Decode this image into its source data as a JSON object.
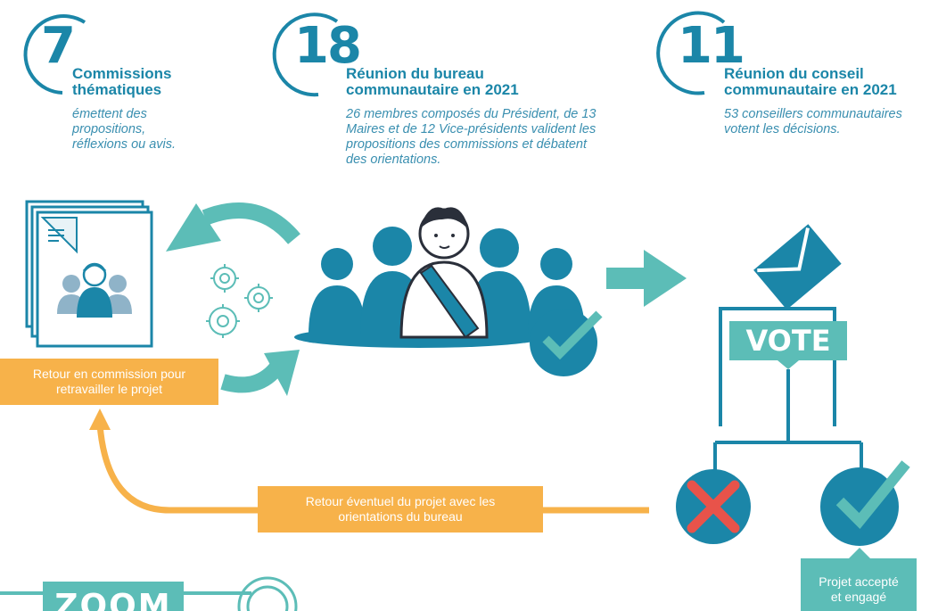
{
  "stats": [
    {
      "number": "7",
      "title_line1": "Commissions",
      "title_line2": "thématiques",
      "desc": [
        "émettent des",
        "propositions,",
        "réflexions ou avis."
      ]
    },
    {
      "number": "18",
      "title_line1": "Réunion du bureau",
      "title_line2": "communautaire en 2021",
      "desc": [
        "26 membres composés du Président, de 13",
        "Maires et de 12 Vice-présidents valident les",
        "propositions des commissions et débatent",
        "des orientations."
      ]
    },
    {
      "number": "11",
      "title_line1": "Réunion du conseil",
      "title_line2": "communautaire en 2021",
      "desc": [
        "53 conseillers communautaires",
        "votent les décisions."
      ]
    }
  ],
  "labels": {
    "retour_commission": [
      "Retour en commission pour",
      "retravailler le projet"
    ],
    "retour_eventuel": [
      "Retour éventuel du projet avec les",
      "orientations du bureau"
    ],
    "projet_accepte": [
      "Projet accepté",
      "et engagé"
    ],
    "vote": "VOTE",
    "zoom": "ZOOM"
  },
  "colors": {
    "primary_blue": "#1b86a8",
    "teal": "#5cbdb7",
    "orange": "#f7b24a",
    "red": "#e8534a"
  }
}
